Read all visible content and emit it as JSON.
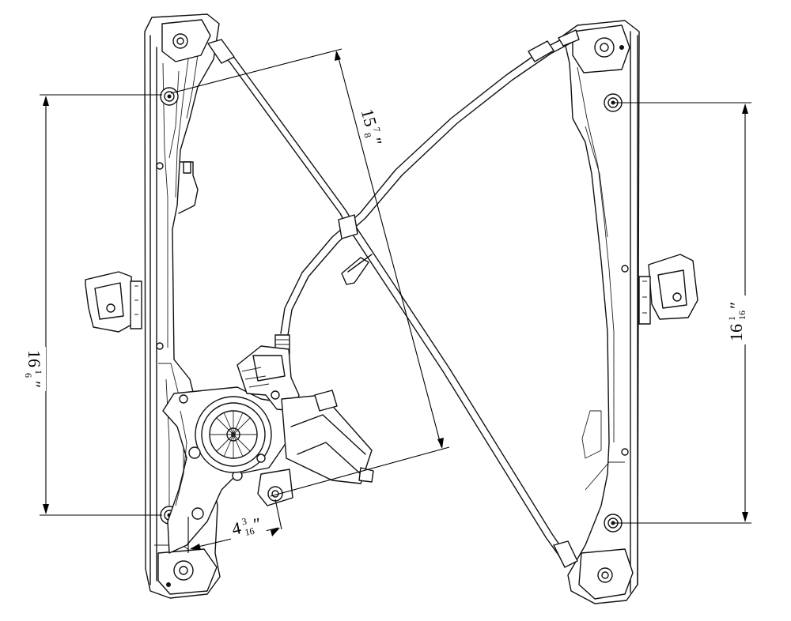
{
  "dimensions": {
    "left_height": {
      "whole": "16",
      "num": "1",
      "den": "6"
    },
    "diagonal": {
      "whole": "15",
      "num": "7",
      "den": "8"
    },
    "right_height": {
      "whole": "16",
      "num": "1",
      "den": "16"
    },
    "motor_offset": {
      "whole": "4",
      "num": "3",
      "den": "16"
    }
  },
  "colors": {
    "line": "#111111",
    "background": "#ffffff"
  }
}
